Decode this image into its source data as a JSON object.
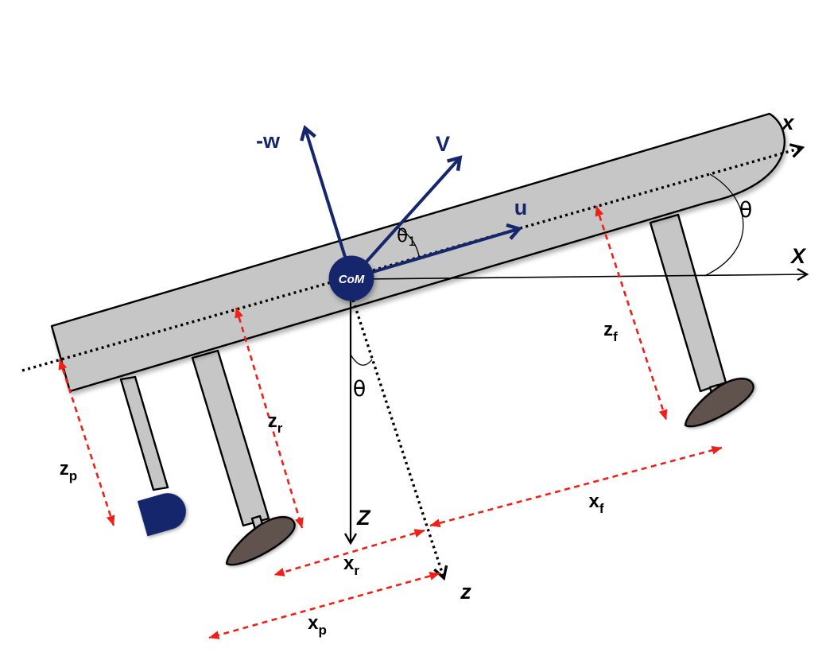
{
  "diagram": {
    "description": "Pitch-plane free-body diagram of a legged vehicle hull with body and inertial coordinate frames",
    "com": {
      "label": "CoM"
    },
    "vectors": {
      "surge": "u",
      "total_velocity": "V",
      "negative_heave": "-w"
    },
    "axes": {
      "body_x": "x",
      "inertial_x": "X",
      "inertial_z": "Z",
      "body_z": "z"
    },
    "angles": {
      "pitch_at_nose": "θ",
      "pitch_at_com": "θ",
      "velocity_angle_base": "θ",
      "velocity_angle_sub": "1"
    },
    "dimensions": {
      "zp": {
        "base": "z",
        "sub": "p"
      },
      "zr": {
        "base": "z",
        "sub": "r"
      },
      "zf": {
        "base": "z",
        "sub": "f"
      },
      "xr": {
        "base": "x",
        "sub": "r"
      },
      "xf": {
        "base": "x",
        "sub": "f"
      },
      "xp": {
        "base": "x",
        "sub": "p"
      }
    },
    "colors": {
      "navy": "#15266d",
      "hull_gray": "#c6c6c6",
      "foot_brown": "#60534e",
      "dimension_red": "#ee2018",
      "outline_black": "#000000",
      "com_text_white": "#ffffff"
    }
  }
}
